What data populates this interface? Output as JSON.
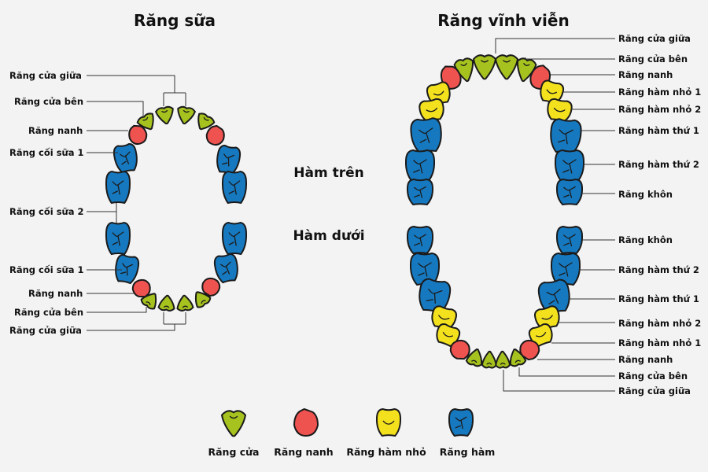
{
  "colors": {
    "incisor": "#a6c21e",
    "canine": "#ef5350",
    "premolar": "#f4e11e",
    "molar": "#1679c0",
    "outline": "#1b1b1b",
    "background": "#f3f3f3"
  },
  "primary": {
    "title": "Răng sữa",
    "labels": [
      "Răng cửa giữa",
      "Răng cửa bên",
      "Răng nanh",
      "Răng cối sữa 1",
      "Răng cối sữa 2",
      "Răng cối sữa 1",
      "Răng nanh",
      "Răng cửa bên",
      "Răng cửa giữa"
    ]
  },
  "permanent": {
    "title": "Răng vĩnh viễn",
    "upper_labels": [
      "Răng cửa giữa",
      "Răng cửa bên",
      "Răng nanh",
      "Răng hàm nhỏ 1",
      "Răng hàm nhỏ 2",
      "Răng hàm thứ 1",
      "Răng hàm thứ 2",
      "Răng khôn"
    ],
    "lower_labels": [
      "Răng khôn",
      "Răng hàm thứ 2",
      "Răng hàm thứ 1",
      "Răng hàm nhỏ 2",
      "Răng hàm nhỏ 1",
      "Răng nanh",
      "Răng cửa bên",
      "Răng cửa giữa"
    ]
  },
  "jaw": {
    "upper": "Hàm trên",
    "lower": "Hàm dưới"
  },
  "legend": [
    {
      "label": "Răng cửa",
      "type": "incisor"
    },
    {
      "label": "Răng nanh",
      "type": "canine"
    },
    {
      "label": "Răng hàm nhỏ",
      "type": "premolar"
    },
    {
      "label": "Răng hàm",
      "type": "molar"
    }
  ]
}
